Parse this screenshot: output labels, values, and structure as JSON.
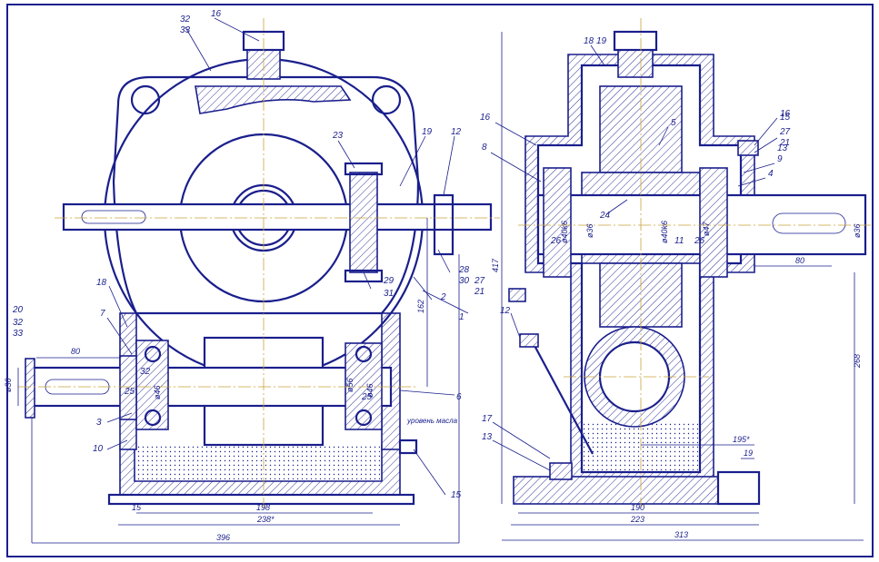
{
  "colors": {
    "line": "#1a1f8c",
    "axis": "#c9a23a",
    "background": "#ffffff"
  },
  "front_view": {
    "part_labels": [
      "32",
      "33",
      "16",
      "23",
      "19",
      "12",
      "28",
      "30",
      "29",
      "31",
      "1",
      "2",
      "18",
      "7",
      "20",
      "32",
      "33",
      "32",
      "25",
      "3",
      "10",
      "25",
      "6",
      "15"
    ],
    "dimensions": [
      "80",
      "ø36",
      "ø46",
      "ø56",
      "ø46",
      "162",
      "15",
      "198",
      "238*",
      "396"
    ],
    "oil_level_label": "уровень масла"
  },
  "side_view": {
    "part_labels": [
      "18",
      "16",
      "8",
      "5",
      "16",
      "27",
      "21",
      "9",
      "4",
      "24",
      "26",
      "11",
      "26",
      "27",
      "21",
      "17",
      "13",
      "15",
      "13",
      "12",
      "19"
    ],
    "dimensions": [
      "ø40k6",
      "ø36",
      "ø47",
      "ø40k6",
      "ø36",
      "80",
      "417",
      "268",
      "195*",
      "19",
      "190",
      "223",
      "313"
    ]
  }
}
